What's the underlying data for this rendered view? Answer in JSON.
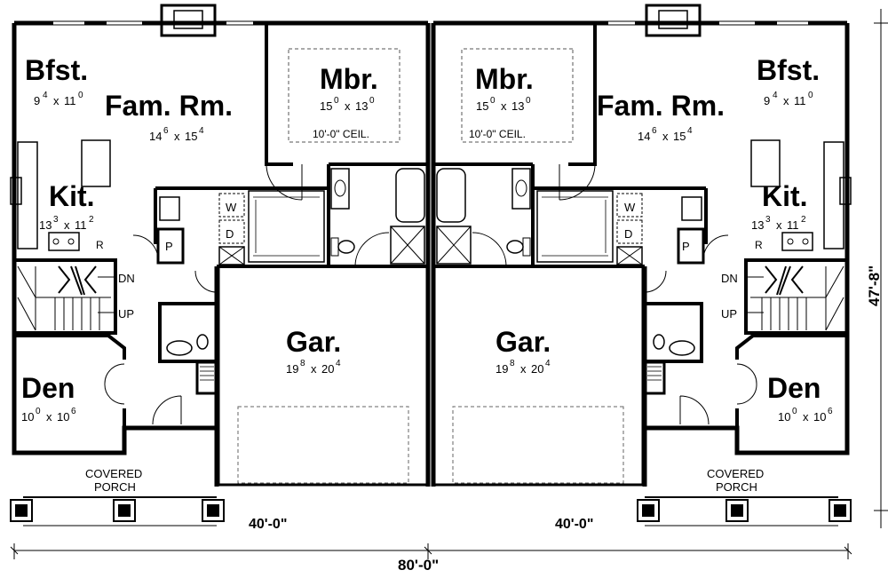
{
  "units": [
    {
      "side": "left",
      "rooms": {
        "bfst": {
          "name": "Bfst.",
          "w": "9",
          "wsup": "4",
          "h": "11",
          "hsup": "0"
        },
        "fam": {
          "name": "Fam. Rm.",
          "w": "14",
          "wsup": "6",
          "h": "15",
          "hsup": "4"
        },
        "mbr": {
          "name": "Mbr.",
          "w": "15",
          "wsup": "0",
          "h": "13",
          "hsup": "0",
          "note": "10'-0\" CEIL."
        },
        "kit": {
          "name": "Kit.",
          "w": "13",
          "wsup": "3",
          "h": "11",
          "hsup": "2"
        },
        "den": {
          "name": "Den",
          "w": "10",
          "wsup": "0",
          "h": "10",
          "hsup": "6"
        },
        "gar": {
          "name": "Gar.",
          "w": "19",
          "wsup": "8",
          "h": "20",
          "hsup": "4"
        }
      },
      "porch": [
        "COVERED",
        "PORCH"
      ],
      "width": "40'-0\""
    },
    {
      "side": "right",
      "rooms": {
        "bfst": {
          "name": "Bfst.",
          "w": "9",
          "wsup": "4",
          "h": "11",
          "hsup": "0"
        },
        "fam": {
          "name": "Fam. Rm.",
          "w": "14",
          "wsup": "6",
          "h": "15",
          "hsup": "4"
        },
        "mbr": {
          "name": "Mbr.",
          "w": "15",
          "wsup": "0",
          "h": "13",
          "hsup": "0",
          "note": "10'-0\" CEIL."
        },
        "kit": {
          "name": "Kit.",
          "w": "13",
          "wsup": "3",
          "h": "11",
          "hsup": "2"
        },
        "den": {
          "name": "Den",
          "w": "10",
          "wsup": "0",
          "h": "10",
          "hsup": "6"
        },
        "gar": {
          "name": "Gar.",
          "w": "19",
          "wsup": "8",
          "h": "20",
          "hsup": "4"
        }
      },
      "porch": [
        "COVERED",
        "PORCH"
      ],
      "width": "40'-0\""
    }
  ],
  "labels": {
    "washer": "W",
    "dryer": "D",
    "pantry": "P",
    "range": "R",
    "down": "DN",
    "up": "UP",
    "x_sep": "x"
  },
  "overall": {
    "width": "80'-0\"",
    "depth": "47'-8\""
  }
}
